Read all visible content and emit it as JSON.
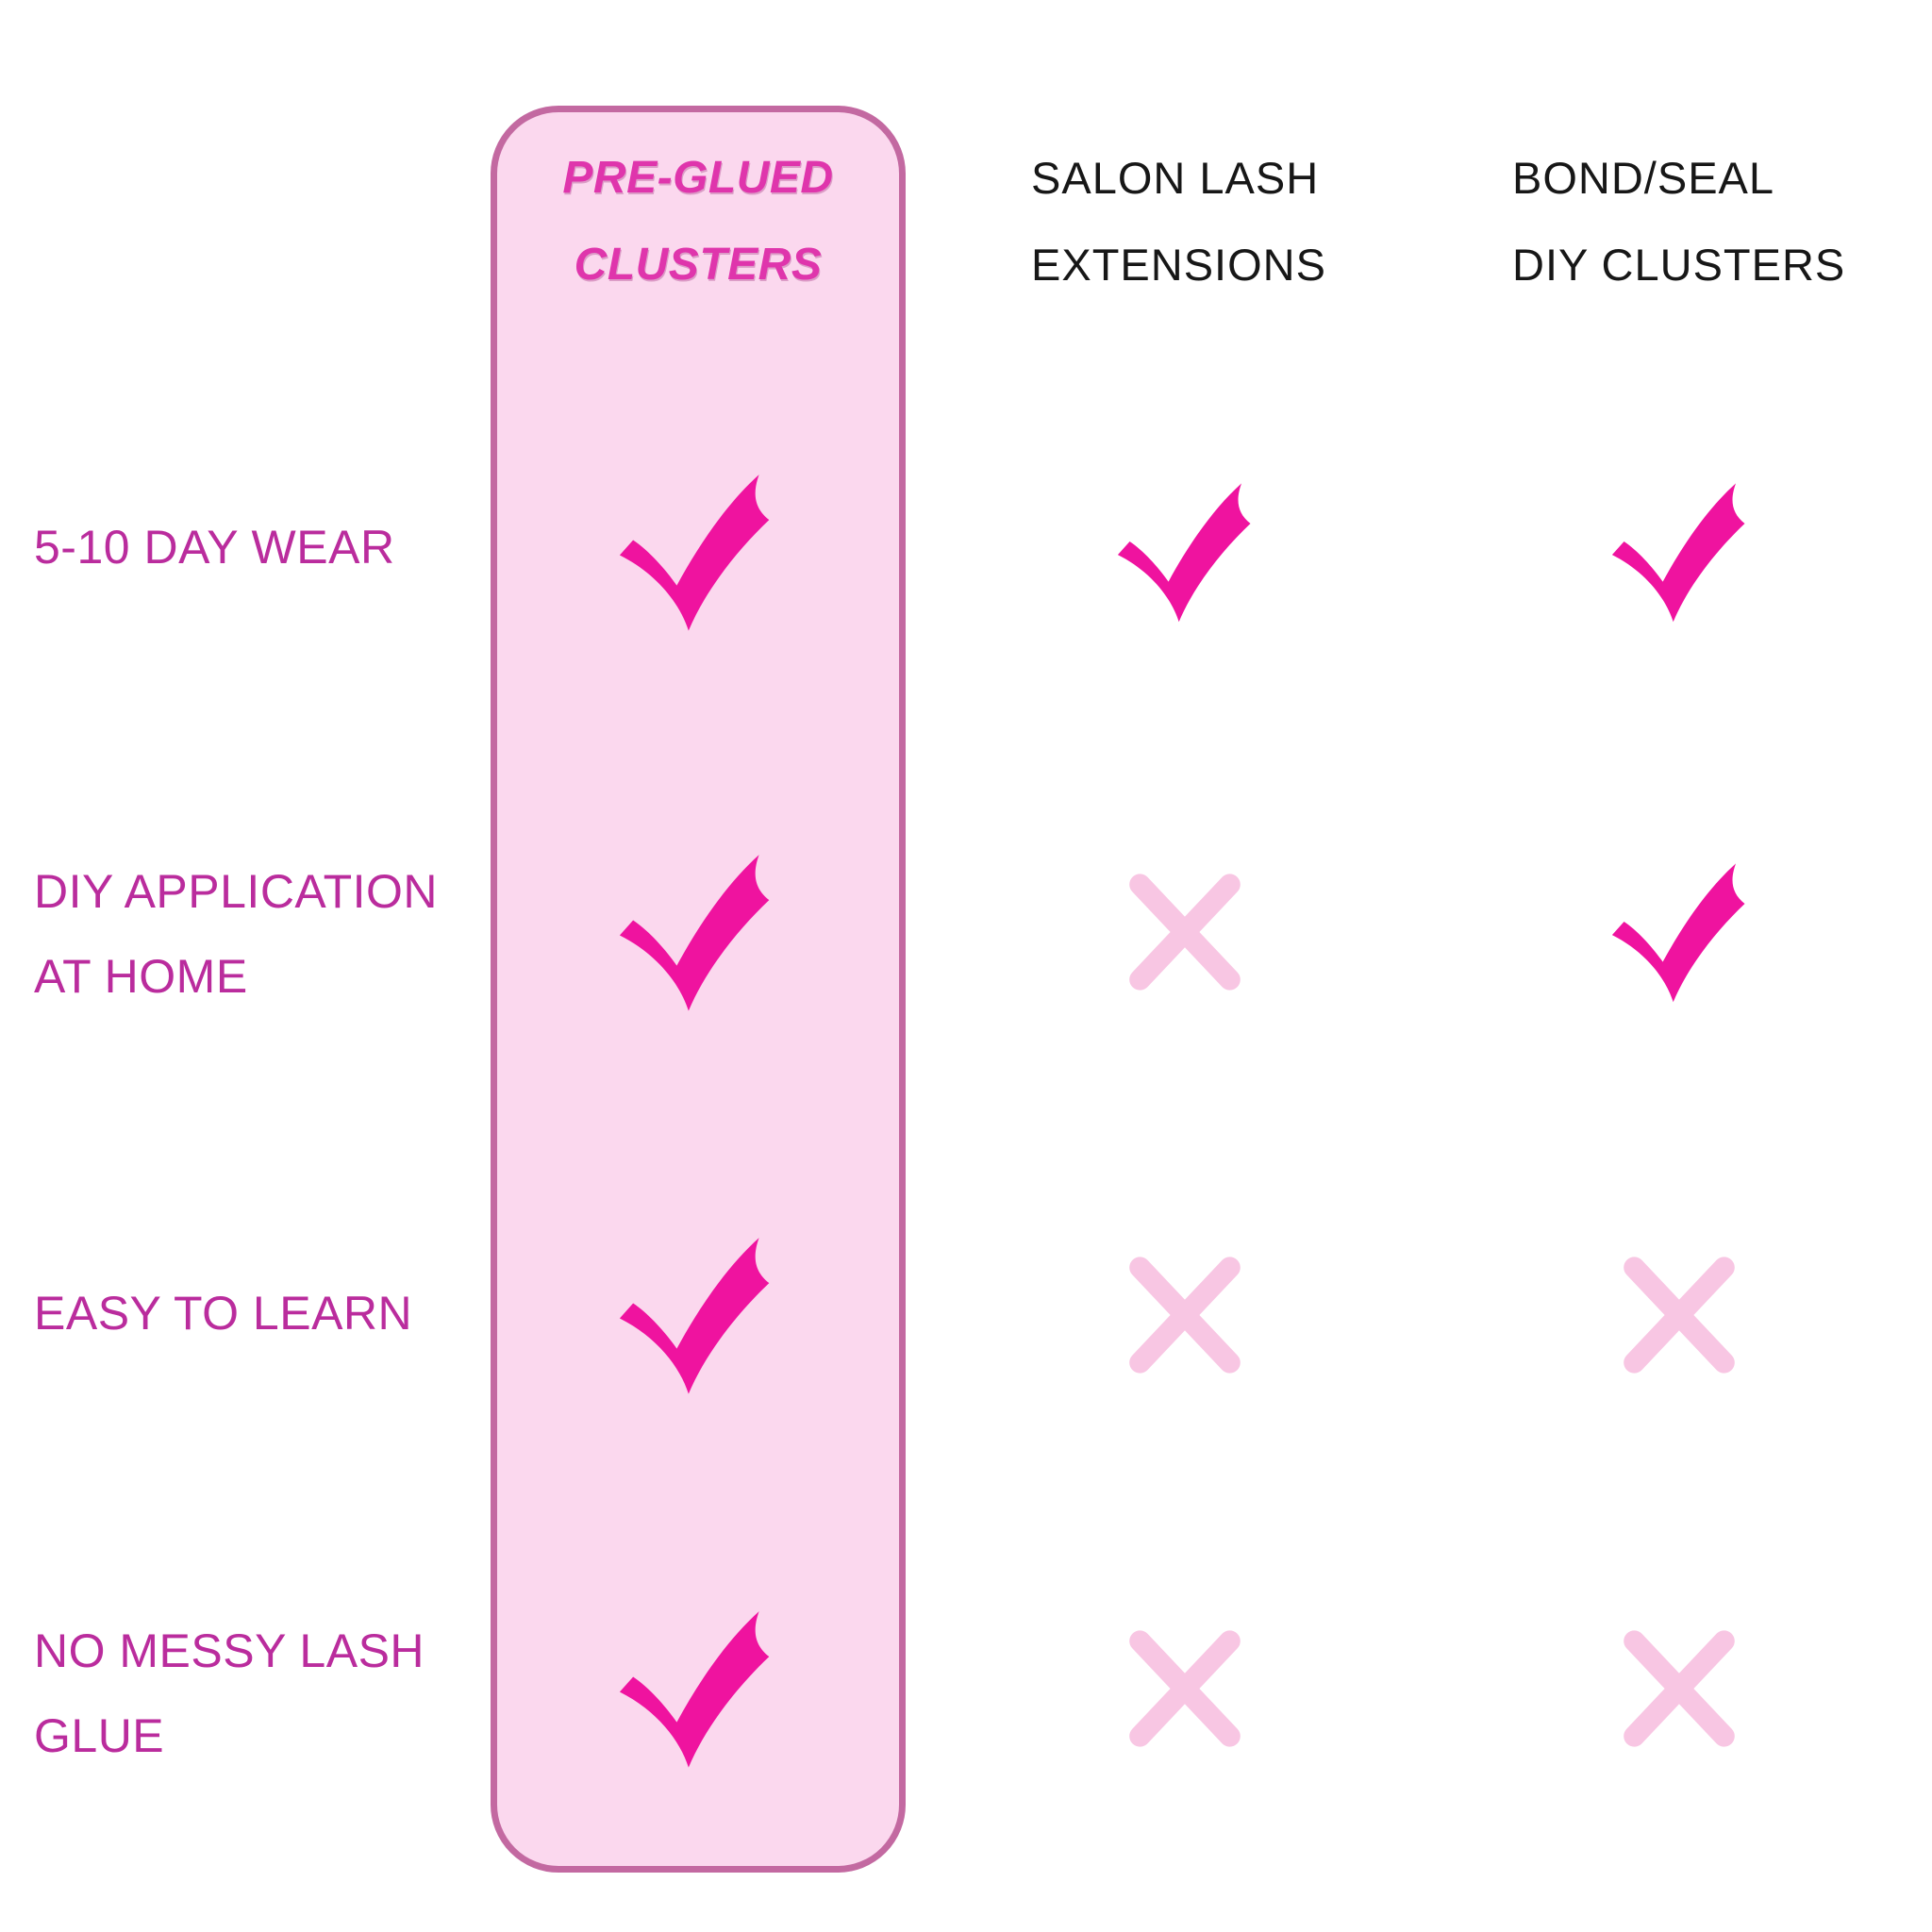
{
  "chart_data": {
    "type": "table",
    "title": "",
    "columns": [
      {
        "label_lines": [
          "PRE-GLUED",
          "CLUSTERS"
        ],
        "highlighted": true
      },
      {
        "label_lines": [
          "SALON LASH",
          "EXTENSIONS"
        ],
        "highlighted": false
      },
      {
        "label_lines": [
          "BOND/SEAL",
          "DIY CLUSTERS"
        ],
        "highlighted": false
      }
    ],
    "rows": [
      {
        "feature_lines": [
          "5-10 DAY WEAR"
        ],
        "values": [
          "check",
          "check",
          "check"
        ]
      },
      {
        "feature_lines": [
          "DIY APPLICATION",
          "AT HOME"
        ],
        "values": [
          "check",
          "cross",
          "check"
        ]
      },
      {
        "feature_lines": [
          "EASY TO LEARN"
        ],
        "values": [
          "check",
          "cross",
          "cross"
        ]
      },
      {
        "feature_lines": [
          "NO MESSY LASH",
          "GLUE"
        ],
        "values": [
          "check",
          "cross",
          "cross"
        ]
      }
    ],
    "layout_hints": {
      "highlighted_column_index": 0,
      "check_icon": "check-icon",
      "cross_icon": "cross-icon"
    }
  },
  "colors": {
    "check": "#EF139F",
    "cross": "#F8C6E3",
    "highlight_fill": "#FBD8EE",
    "highlight_border": "#C369A1",
    "highlight_header_text": "#DF35AC",
    "row_label_text": "#BA2C9D",
    "column_header_text": "#171717",
    "background": "#FFFFFF"
  }
}
